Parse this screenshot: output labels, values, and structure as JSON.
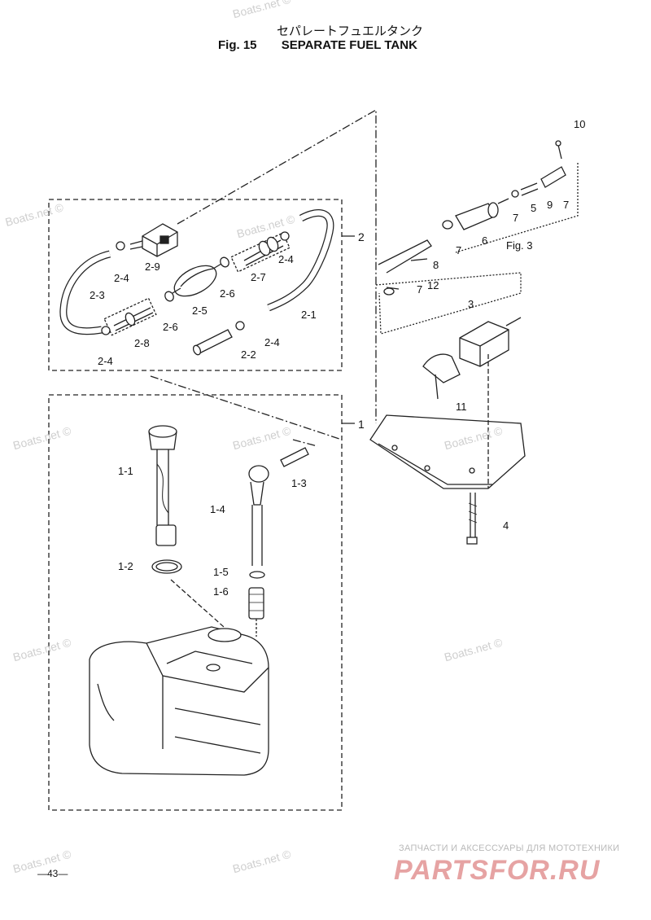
{
  "title": {
    "japanese": "セパレートフュエルタンク",
    "fig": "Fig. 15",
    "name": "SEPARATE FUEL TANK"
  },
  "watermark": "Boats.net ©",
  "labels": {
    "group2": "2",
    "group1": "1",
    "p2_1": "2-1",
    "p2_2": "2-2",
    "p2_3": "2-3",
    "p2_4a": "2-4",
    "p2_4b": "2-4",
    "p2_4c": "2-4",
    "p2_4d": "2-4",
    "p2_5": "2-5",
    "p2_6a": "2-6",
    "p2_6b": "2-6",
    "p2_7": "2-7",
    "p2_8": "2-8",
    "p2_9": "2-9",
    "p1_1": "1-1",
    "p1_2": "1-2",
    "p1_3": "1-3",
    "p1_4": "1-4",
    "p1_5": "1-5",
    "p1_6": "1-6",
    "p3": "3",
    "p4": "4",
    "p5": "5",
    "p6": "6",
    "p7a": "7",
    "p7b": "7",
    "p7c": "7",
    "p7d": "7",
    "p8": "8",
    "p9": "9",
    "p10": "10",
    "p11": "11",
    "p12": "12",
    "fig3": "Fig. 3"
  },
  "page_number": "—43—",
  "footer": {
    "tagline": "ЗАПЧАСТИ И АКСЕССУАРЫ ДЛЯ МОТОТЕХНИКИ",
    "logo": "PARTSFOR.RU"
  }
}
